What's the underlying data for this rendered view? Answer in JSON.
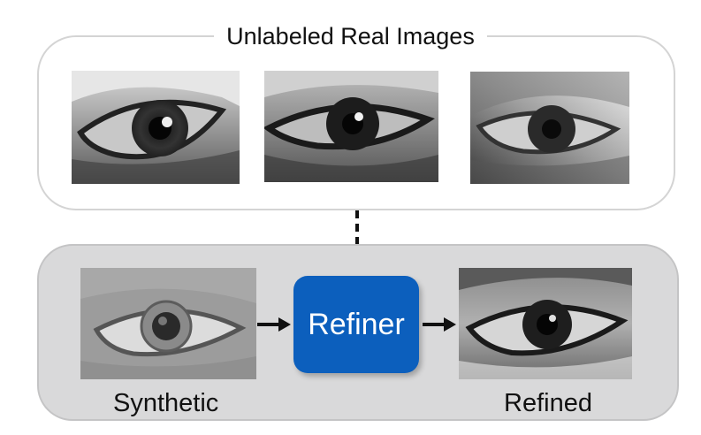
{
  "diagram": {
    "real_group": {
      "title": "Unlabeled Real Images"
    },
    "refiner": {
      "label": "Refiner"
    },
    "synthetic": {
      "caption": "Synthetic"
    },
    "refined": {
      "caption": "Refined"
    }
  }
}
